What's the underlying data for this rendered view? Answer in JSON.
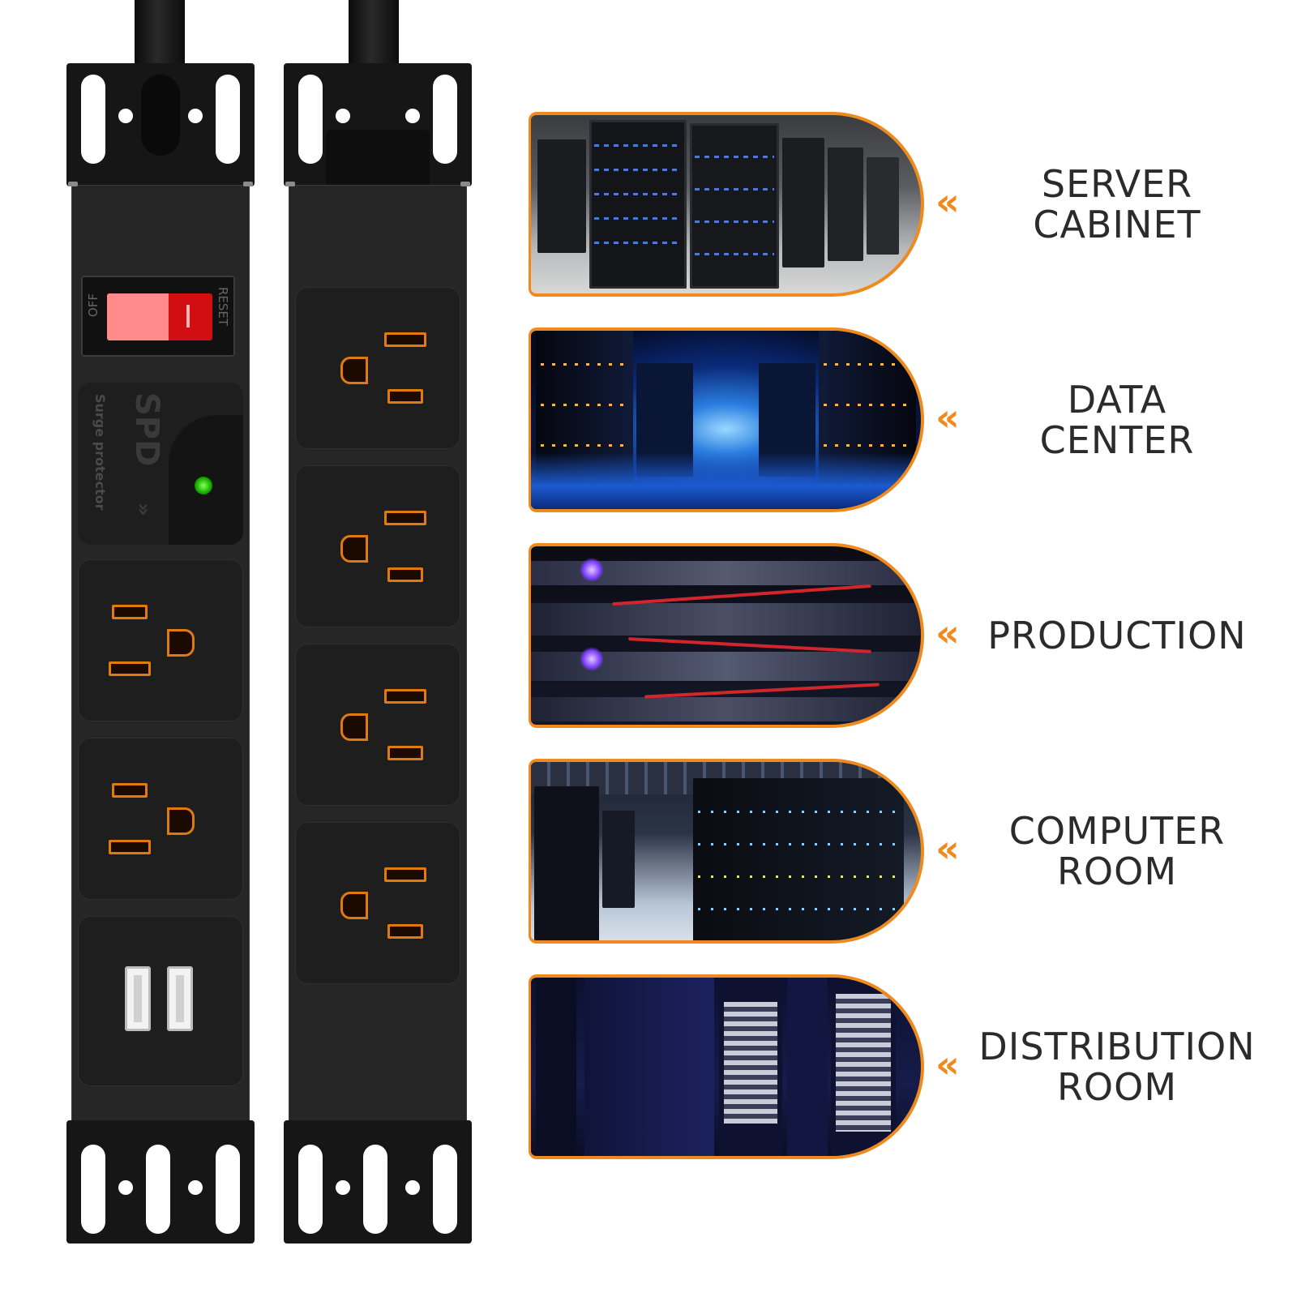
{
  "breaker": {
    "off_label": "OFF",
    "reset_label": "RESET"
  },
  "spd": {
    "title": "SPD",
    "subtitle": "Surge protector",
    "chevrons": "»"
  },
  "applications": [
    {
      "line1": "SERVER",
      "line2": "CABINET"
    },
    {
      "line1": "DATA",
      "line2": "CENTER"
    },
    {
      "line1": "PRODUCTION",
      "line2": ""
    },
    {
      "line1": "COMPUTER",
      "line2": "ROOM"
    },
    {
      "line1": "DISTRIBUTION",
      "line2": "ROOM"
    }
  ],
  "chevron_symbol": "«",
  "colors": {
    "accent": "#ef8a1f",
    "strip": "#262626",
    "led": "#19b400",
    "breaker": "#d10f12"
  },
  "icons": [
    "power-cord-icon",
    "circuit-breaker-icon",
    "spd-indicator-icon",
    "outlet-icon",
    "usb-port-icon",
    "chevron-left-icon"
  ]
}
